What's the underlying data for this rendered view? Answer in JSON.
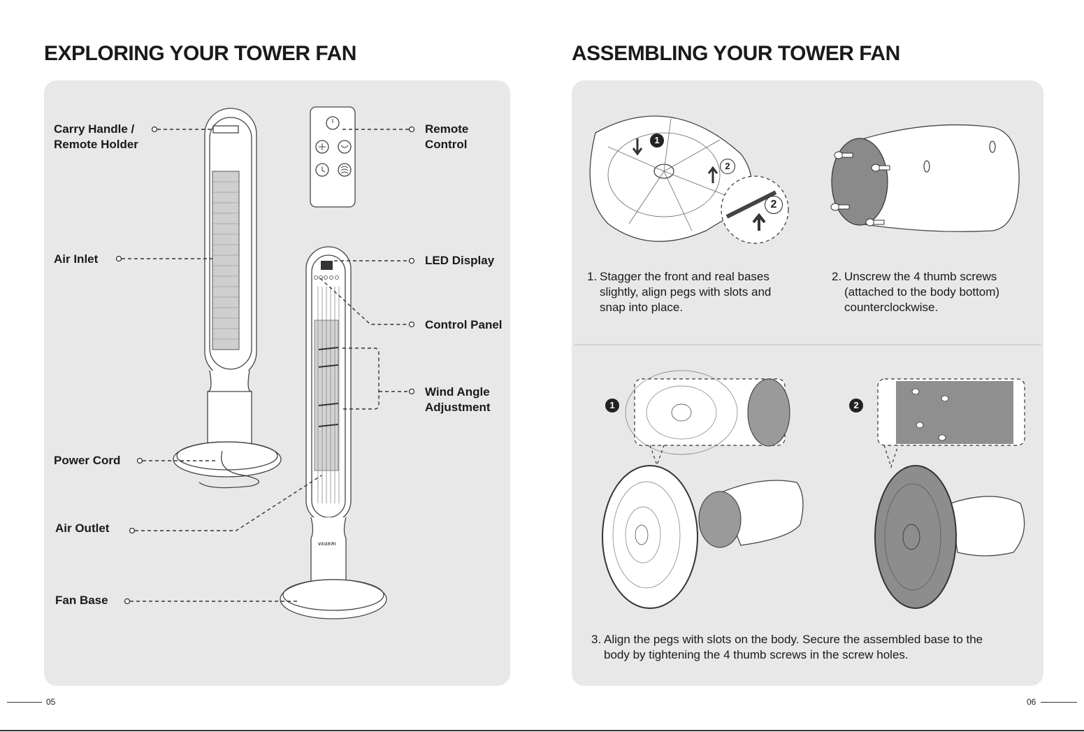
{
  "left": {
    "title": "EXPLORING YOUR TOWER FAN",
    "labels": {
      "carry_handle": "Carry Handle /\nRemote Holder",
      "air_inlet": "Air Inlet",
      "power_cord": "Power Cord",
      "air_outlet": "Air Outlet",
      "fan_base": "Fan Base",
      "remote_control": "Remote\nControl",
      "led_display": "LED Display",
      "control_panel": "Control Panel",
      "wind_angle": "Wind Angle\nAdjustment"
    },
    "brand_mark": "VAGKRI",
    "page_number": "05"
  },
  "right": {
    "title": "ASSEMBLING YOUR TOWER FAN",
    "steps": [
      {
        "num": "1.",
        "text": "Stagger the front and real bases\nslightly, align pegs with slots and\nsnap into place."
      },
      {
        "num": "2.",
        "text": "Unscrew the 4 thumb screws\n(attached to the body bottom)\ncounterclockwise."
      },
      {
        "num": "3.",
        "text": "Align the pegs with slots on the body. Secure the assembled base to the\nbody by tightening the 4 thumb screws in the screw holes."
      }
    ],
    "badges": {
      "one": "1",
      "two": "2"
    },
    "page_number": "06"
  }
}
